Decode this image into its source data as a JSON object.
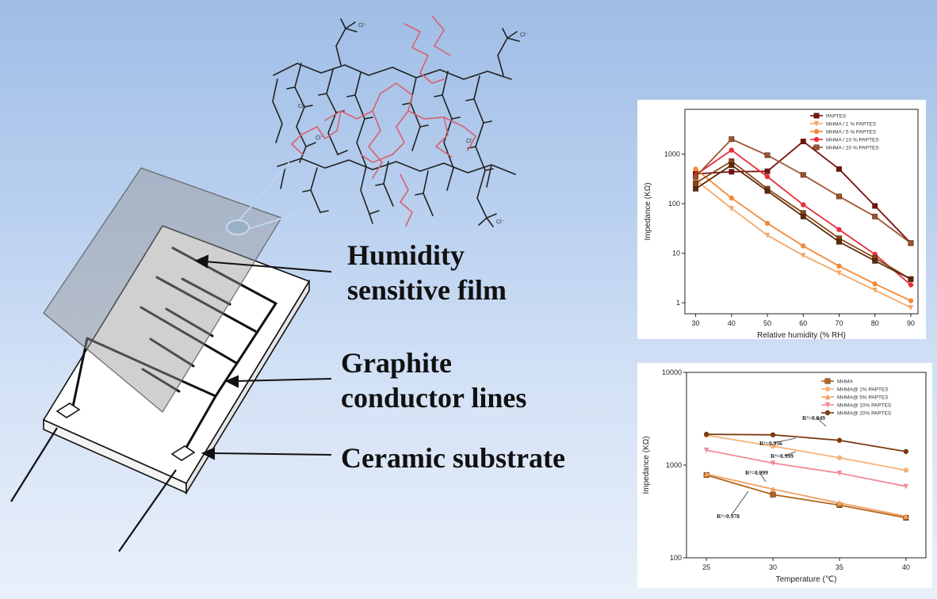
{
  "callouts": {
    "humidity_line1": "Humidity",
    "humidity_line2": "sensitive film",
    "graphite_line1": "Graphite",
    "graphite_line2": "conductor lines",
    "ceramic": "Ceramic substrate"
  },
  "molecule_labels": {
    "cl": "Cl⁻"
  },
  "colors": {
    "background_top": "#9fbde6",
    "background_bottom": "#e9f0fa",
    "polymer_black": "#222222",
    "polymer_red": "#d9606e"
  },
  "chart_data": [
    {
      "type": "line",
      "xlabel": "Relative humidity (% RH)",
      "ylabel": "Impedance (KΩ)",
      "yscale": "log",
      "x": [
        30,
        40,
        50,
        60,
        70,
        80,
        90
      ],
      "xlim": [
        27,
        92
      ],
      "ylim": [
        0.6,
        8000
      ],
      "yticks": [
        1,
        10,
        100,
        1000
      ],
      "ytick_labels": [
        "1",
        "10",
        "100",
        "1000"
      ],
      "legend_position": "top-right",
      "series": [
        {
          "name": "PAPTES",
          "color": "#7a1010",
          "marker": "square",
          "values": [
            400,
            440,
            450,
            1800,
            500,
            90,
            16
          ]
        },
        {
          "name": "MHMA / 1 % PAPTES",
          "color": "#f5a86a",
          "marker": "triangle-down",
          "values": [
            300,
            80,
            23,
            9,
            4,
            1.8,
            0.8
          ]
        },
        {
          "name": "MHMA / 5 % PAPTES",
          "color": "#f08a3c",
          "marker": "circle",
          "values": [
            500,
            130,
            40,
            14,
            5.5,
            2.4,
            1.1
          ]
        },
        {
          "name": "MHMA / 10 % PAPTES",
          "color": "#e8303c",
          "marker": "circle",
          "values": [
            380,
            1200,
            350,
            95,
            30,
            9.5,
            2.3
          ]
        },
        {
          "name": "MHMA / 20 % PAPTES",
          "color": "#a0522d",
          "marker": "square",
          "values": [
            350,
            2000,
            950,
            380,
            140,
            55,
            16
          ]
        },
        {
          "name": "",
          "color": "#8b4513",
          "marker": "square",
          "values": [
            260,
            720,
            200,
            65,
            20,
            8,
            3
          ]
        },
        {
          "name": "",
          "color": "#5c2a0a",
          "marker": "square",
          "values": [
            200,
            600,
            180,
            55,
            17,
            7,
            3
          ]
        }
      ]
    },
    {
      "type": "line",
      "xlabel": "Temperature (℃)",
      "ylabel": "Impedance (KΩ)",
      "yscale": "log",
      "x": [
        25,
        30,
        35,
        40
      ],
      "xlim": [
        23.5,
        41.5
      ],
      "ylim": [
        100,
        10000
      ],
      "yticks": [
        100,
        1000,
        10000
      ],
      "ytick_labels": [
        "100",
        "1000",
        "10000"
      ],
      "legend_position": "top-right",
      "series": [
        {
          "name": "MHMA",
          "color": "#b5651d",
          "marker": "square",
          "values": [
            780,
            480,
            370,
            270
          ]
        },
        {
          "name": "MHMA@ 1% PAPTES",
          "color": "#f5b27a",
          "marker": "circle",
          "values": [
            2100,
            1600,
            1200,
            880
          ]
        },
        {
          "name": "MHMA@ 5% PAPTES",
          "color": "#f2a060",
          "marker": "triangle-up",
          "values": [
            800,
            550,
            390,
            280
          ]
        },
        {
          "name": "MHMA@ 10% PAPTES",
          "color": "#f28b9a",
          "marker": "triangle-down",
          "values": [
            1450,
            1050,
            820,
            590
          ]
        },
        {
          "name": "MHMA@ 20% PAPTES",
          "color": "#7a3b12",
          "marker": "circle",
          "values": [
            2150,
            2120,
            1850,
            1400
          ]
        }
      ],
      "annotations": [
        "R²=0.849",
        "R²=0.956",
        "R²=0.999",
        "R²=0.999",
        "R²=0.978"
      ]
    }
  ]
}
